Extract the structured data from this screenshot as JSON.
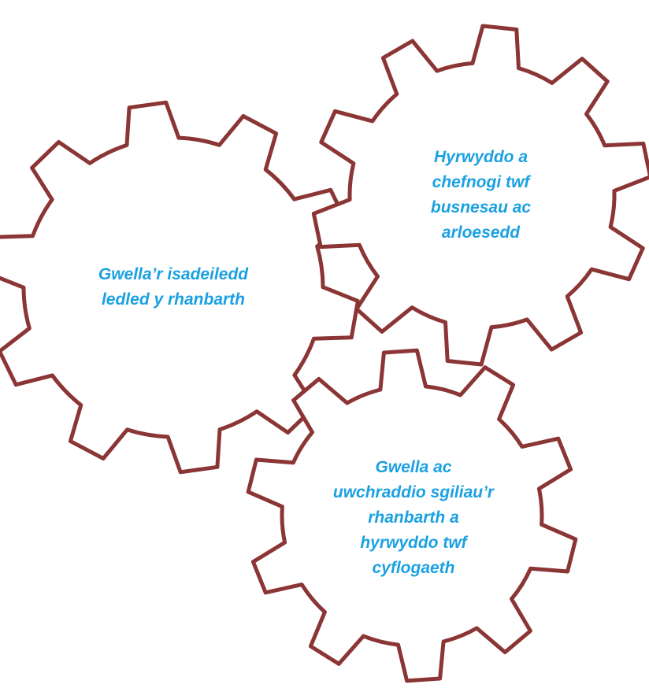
{
  "colors": {
    "gear_outline": "#8B3535",
    "label_text": "#1BA1E2",
    "background": "#FFFFFF"
  },
  "gears": [
    {
      "id": "infrastructure",
      "lines": [
        "Gwella’r isadeiledd",
        "ledled y rhanbarth"
      ]
    },
    {
      "id": "business",
      "lines": [
        "Hyrwyddo a",
        "chefnogi twf",
        "busnesau ac",
        "arloesedd"
      ]
    },
    {
      "id": "skills",
      "lines": [
        "Gwella ac",
        "uwchraddio sgiliau’r",
        "rhanbarth a",
        "hyrwyddo twf",
        "cyflogaeth"
      ]
    }
  ]
}
